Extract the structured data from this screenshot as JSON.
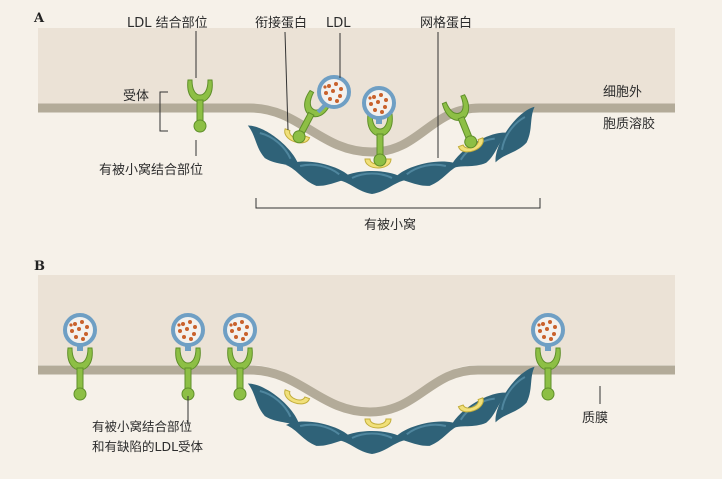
{
  "panel_a": {
    "letter": "A",
    "labels": {
      "ldl_binding_site": "LDL 结合部位",
      "adaptin": "衔接蛋白",
      "ldl": "LDL",
      "clathrin": "网格蛋白",
      "receptor": "受体",
      "extracellular": "细胞外",
      "cytosol": "胞质溶胶",
      "coated_pit_binding_site": "有被小窝结合部位",
      "coated_pit": "有被小窝"
    }
  },
  "panel_b": {
    "letter": "B",
    "labels": {
      "defective_receptor_line1": "有被小窝结合部位",
      "defective_receptor_line2": "和有缺陷的LDL受体",
      "membrane": "质膜"
    }
  },
  "colors": {
    "background": "#f6f1e9",
    "extracellular_band": "#ebe2d6",
    "membrane": "#b3ab99",
    "receptor": "#8dbf45",
    "receptor_dark": "#5f8f2a",
    "ldl_fill": "#f3f1ee",
    "ldl_ring": "#6f9fc4",
    "ldl_particle": "#c9612c",
    "adaptin": "#f1e07a",
    "clathrin": "#2f6278",
    "clathrin_light": "#4f869e"
  }
}
